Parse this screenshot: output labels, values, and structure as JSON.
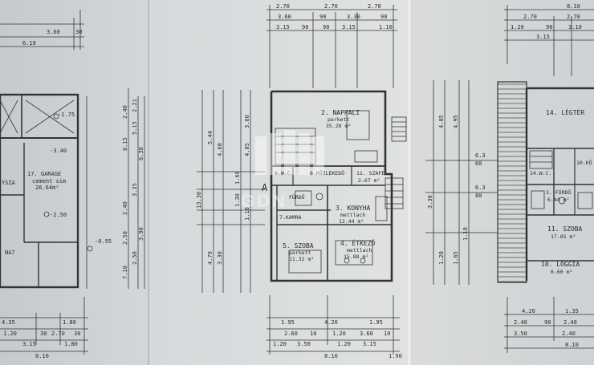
{
  "watermark": {
    "text": "GDN",
    "logo": "building-logo-icon"
  },
  "left_sheet": {
    "top_dims_row1": [
      "3.60",
      "30"
    ],
    "top_dims_row2": [
      "6.10"
    ],
    "rooms": {
      "garage_name": "17. GARAGE",
      "garage_floor": "cement sim",
      "garage_area": "26.64m²",
      "room_a": "YSZA",
      "room_b": "NA7"
    },
    "levels": {
      "l1": "-1.75",
      "l2": "-3.40",
      "l3": "-2.50",
      "l4": "-0.95"
    },
    "side_dims": [
      "2.40",
      "8.15",
      "5.15",
      "2.40",
      "2.50",
      "3.35",
      "2.50",
      "3.90",
      "7.10",
      "2.21",
      "6.38"
    ],
    "bottom_dims_row1": [
      "4.35",
      "1.80"
    ],
    "bottom_dims_row2": [
      "1.20",
      "30",
      "2.70",
      "30"
    ],
    "bottom_dims_row3": [
      "3.15",
      "1.80"
    ],
    "bottom_dims_row4": [
      "8.10"
    ]
  },
  "middle_sheet": {
    "top_dims_row1": [
      "2.70",
      "2.70",
      "2.70"
    ],
    "top_dims_row2": [
      "3.60",
      "90",
      "3.30",
      "90"
    ],
    "top_dims_row3": [
      "3.15",
      "90",
      "90",
      "3.15",
      "1.10"
    ],
    "rooms": {
      "nappali_name": "2. NAPPALI",
      "nappali_floor": "parkett",
      "nappali_area": "35.28 m²",
      "wc_name": "8.W.C.",
      "kozlekedo_name": "6.KÖZLEKEDŐ",
      "szafe_name": "11. SZAFE",
      "szafe_area": "2.67 m²",
      "furdo_name": "FÜRDŐ",
      "kamra_name": "7.KAMRA",
      "konyha_name": "3. KONYHA",
      "konyha_floor": "mettlach",
      "konyha_area": "12.44 m²",
      "szoba_name": "5. SZOBA",
      "szoba_floor": "parkett",
      "szoba_area": "11.32 m²",
      "etkezo_name": "4. ÉTKEZŐ",
      "etkezo_floor": "mettlach",
      "etkezo_area": "15.88 m²",
      "entrance_label": "A"
    },
    "left_dims": [
      "5.44",
      "4.60",
      "1.60",
      "1.30",
      "3.60",
      "4.05",
      "1.10",
      "4.79",
      "3.30",
      "13.30"
    ],
    "bottom_dims_row1": [
      "1.95",
      "4.20",
      "1.95"
    ],
    "bottom_dims_row2": [
      "2.60",
      "10",
      "1.20",
      "3.60",
      "10"
    ],
    "bottom_dims_row3": [
      "1.20",
      "3.50",
      "1.20",
      "3.15"
    ],
    "bottom_dims_row4": [
      "8.10",
      "1.90"
    ]
  },
  "right_sheet": {
    "top_dims_row1": [
      "8.10"
    ],
    "top_dims_row2": [
      "2.70",
      "2.70"
    ],
    "top_dims_row3": [
      "1.20",
      "90",
      "3.10"
    ],
    "top_dims_row4": [
      "3.15"
    ],
    "rooms": {
      "legter_name": "14. LÉGTÉR",
      "wc_name": "14.W.C.",
      "koz_name": "10.KÖ",
      "furdo_name": "3. FÜRDŐ",
      "furdo_area": "6.44 m²",
      "szoba_name": "11. SZOBA",
      "szoba_area": "17.85 m²",
      "loggia_name": "10. LOGGIA",
      "loggia_area": "6.60 m²"
    },
    "side_dims": [
      "4.05",
      "4.95",
      "6.3",
      "60",
      "6.3",
      "80",
      "3.30",
      "1.20",
      "1.65",
      "1.10"
    ],
    "bottom_dims_row1": [
      "4.20",
      "1.35"
    ],
    "bottom_dims_row2": [
      "2.40",
      "90",
      "2.40"
    ],
    "bottom_dims_row3": [
      "3.50",
      "2.40"
    ],
    "bottom_dims_row4": [
      "8.10"
    ]
  }
}
